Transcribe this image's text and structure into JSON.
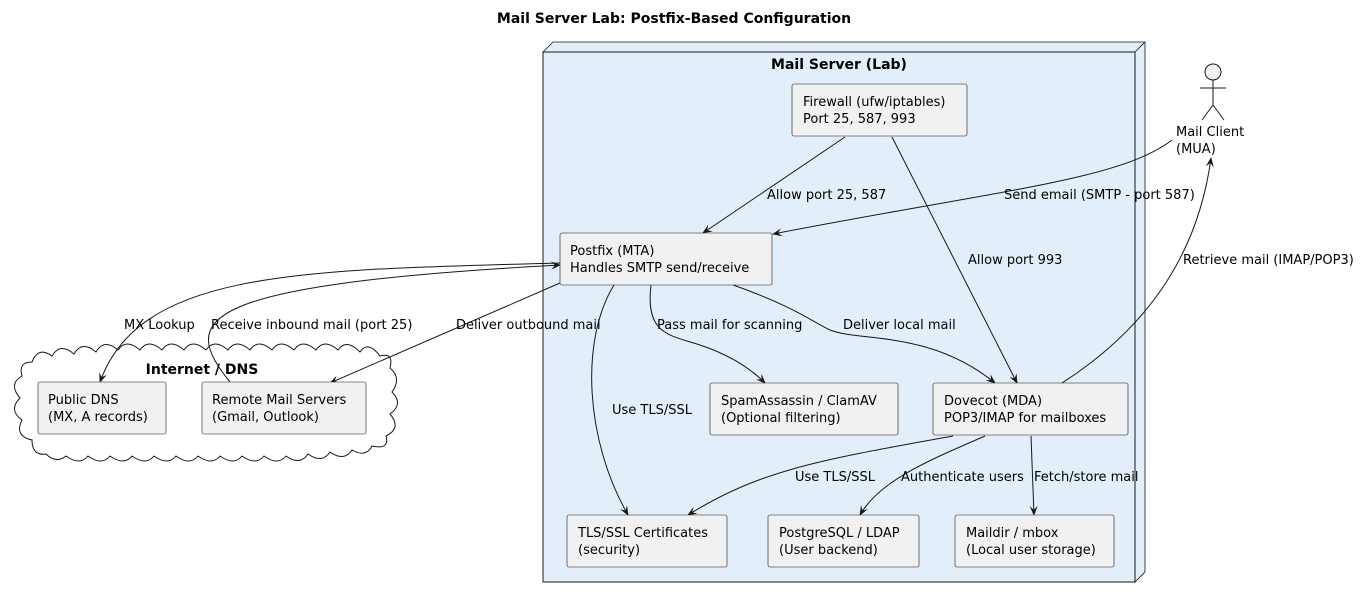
{
  "diagram_title": "Mail Server Lab: Postfix-Based Configuration",
  "groups": {
    "mail_server": "Mail Server (Lab)",
    "internet": "Internet / DNS"
  },
  "actor": {
    "line1": "Mail Client",
    "line2": "(MUA)"
  },
  "nodes": {
    "firewall": {
      "line1": "Firewall (ufw/iptables)",
      "line2": "Port 25, 587, 993"
    },
    "postfix": {
      "line1": "Postfix (MTA)",
      "line2": "Handles SMTP send/receive"
    },
    "spam": {
      "line1": "SpamAssassin / ClamAV",
      "line2": "(Optional filtering)"
    },
    "dovecot": {
      "line1": "Dovecot (MDA)",
      "line2": "POP3/IMAP for mailboxes"
    },
    "tls": {
      "line1": "TLS/SSL Certificates",
      "line2": "(security)"
    },
    "userdb": {
      "line1": "PostgreSQL / LDAP",
      "line2": "(User backend)"
    },
    "maildir": {
      "line1": "Maildir / mbox",
      "line2": "(Local user storage)"
    },
    "dns": {
      "line1": "Public DNS",
      "line2": "(MX, A records)"
    },
    "remote": {
      "line1": "Remote Mail Servers",
      "line2": "(Gmail, Outlook)"
    }
  },
  "edges": {
    "fw_postfix": "Allow port 25, 587",
    "fw_dovecot": "Allow port 993",
    "client_postfix": "Send email (SMTP - port 587)",
    "dovecot_client": "Retrieve mail (IMAP/POP3)",
    "postfix_dns": "MX Lookup",
    "remote_postfix": "Receive inbound mail (port 25)",
    "postfix_remote": "Deliver outbound mail",
    "postfix_spam": "Pass mail for scanning",
    "postfix_dovecot": "Deliver local mail",
    "postfix_tls": "Use TLS/SSL",
    "dovecot_tls": "Use TLS/SSL",
    "dovecot_userdb": "Authenticate users",
    "dovecot_maildir": "Fetch/store mail"
  }
}
